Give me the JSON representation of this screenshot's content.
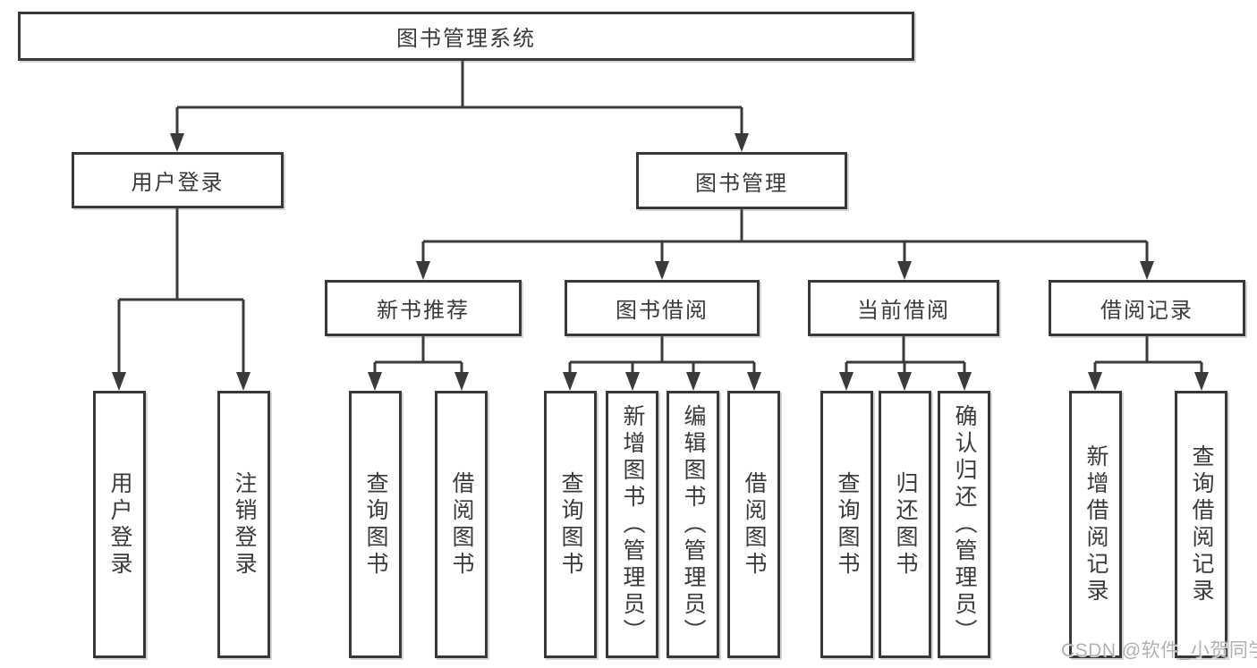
{
  "diagram": {
    "type": "tree",
    "root": {
      "label": "图书管理系统",
      "children": [
        {
          "label": "用户登录",
          "children": [
            {
              "label": "用户登录"
            },
            {
              "label": "注销登录"
            }
          ]
        },
        {
          "label": "图书管理",
          "children": [
            {
              "label": "新书推荐",
              "children": [
                {
                  "label": "查询图书"
                },
                {
                  "label": "借阅图书"
                }
              ]
            },
            {
              "label": "图书借阅",
              "children": [
                {
                  "label": "查询图书"
                },
                {
                  "label": "新增图书（管理员）"
                },
                {
                  "label": "编辑图书（管理员）"
                },
                {
                  "label": "借阅图书"
                }
              ]
            },
            {
              "label": "当前借阅",
              "children": [
                {
                  "label": "查询图书"
                },
                {
                  "label": "归还图书"
                },
                {
                  "label": "确认归还（管理员）"
                }
              ]
            },
            {
              "label": "借阅记录",
              "children": [
                {
                  "label": "新增借阅记录"
                },
                {
                  "label": "查询借阅记录"
                }
              ]
            }
          ]
        }
      ]
    }
  },
  "watermark": {
    "text": "CSDN @软件_小贺同学"
  },
  "colors": {
    "line": "#3a3a3a",
    "box_border": "#383838",
    "box_fill": "#ffffff",
    "text": "#3a3a3a",
    "watermark": "#adadad",
    "background": "#ffffff"
  }
}
